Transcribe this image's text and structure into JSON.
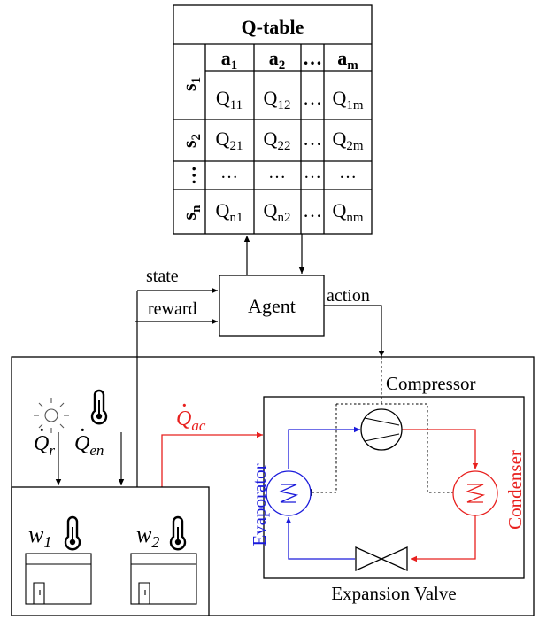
{
  "qtable": {
    "title": "Q-table",
    "actions": [
      {
        "base": "a",
        "sub": "1"
      },
      {
        "base": "a",
        "sub": "2"
      },
      {
        "base": "…",
        "sub": ""
      },
      {
        "base": "a",
        "sub": "m"
      }
    ],
    "states": [
      {
        "base": "s",
        "sub": "1"
      },
      {
        "base": "s",
        "sub": "2"
      },
      {
        "base": "…",
        "sub": ""
      },
      {
        "base": "s",
        "sub": "n"
      }
    ],
    "rows": [
      [
        {
          "base": "Q",
          "sub": "11"
        },
        {
          "base": "Q",
          "sub": "12"
        },
        {
          "base": "…",
          "sub": ""
        },
        {
          "base": "Q",
          "sub": "1m"
        }
      ],
      [
        {
          "base": "Q",
          "sub": "21"
        },
        {
          "base": "Q",
          "sub": "22"
        },
        {
          "base": "…",
          "sub": ""
        },
        {
          "base": "Q",
          "sub": "2m"
        }
      ],
      [
        {
          "base": "…",
          "sub": ""
        },
        {
          "base": "…",
          "sub": ""
        },
        {
          "base": "…",
          "sub": ""
        },
        {
          "base": "…",
          "sub": ""
        }
      ],
      [
        {
          "base": "Q",
          "sub": "n1"
        },
        {
          "base": "Q",
          "sub": "n2"
        },
        {
          "base": "…",
          "sub": ""
        },
        {
          "base": "Q",
          "sub": "nm"
        }
      ]
    ]
  },
  "agent": {
    "label": "Agent",
    "state_label": "state",
    "reward_label": "reward",
    "action_label": "action"
  },
  "environment": {
    "qr": {
      "base": "Q",
      "sub": "r"
    },
    "qen": {
      "base": "Q",
      "sub": "en"
    },
    "qac": {
      "base": "Q",
      "sub": "ac"
    },
    "w1": {
      "base": "w",
      "sub": "1"
    },
    "w2": {
      "base": "w",
      "sub": "2"
    }
  },
  "ac_unit": {
    "compressor": "Compressor",
    "evaporator": "Evaporator",
    "condenser": "Condenser",
    "expansion_valve": "Expansion Valve"
  },
  "colors": {
    "red": "#e8201e",
    "blue": "#1a1adb",
    "black": "#000000"
  }
}
